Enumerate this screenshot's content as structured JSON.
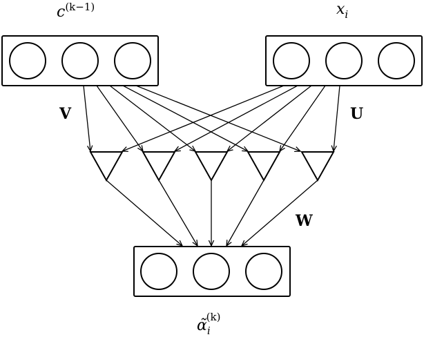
{
  "labels": {
    "context_label": "c(k−1)",
    "context_base": "c",
    "context_sup": "(k−1)",
    "input_label": "xi",
    "input_base": "x",
    "input_sub": "i",
    "output_base": "α̃",
    "output_sub": "i",
    "output_sup": "(k)",
    "weight_v": "V",
    "weight_u": "U",
    "weight_w": "W"
  },
  "diagram": {
    "context_units": 3,
    "input_units": 3,
    "hidden_units": 5,
    "output_units": 3,
    "colors": {
      "stroke": "#000000",
      "background": "#ffffff"
    }
  }
}
